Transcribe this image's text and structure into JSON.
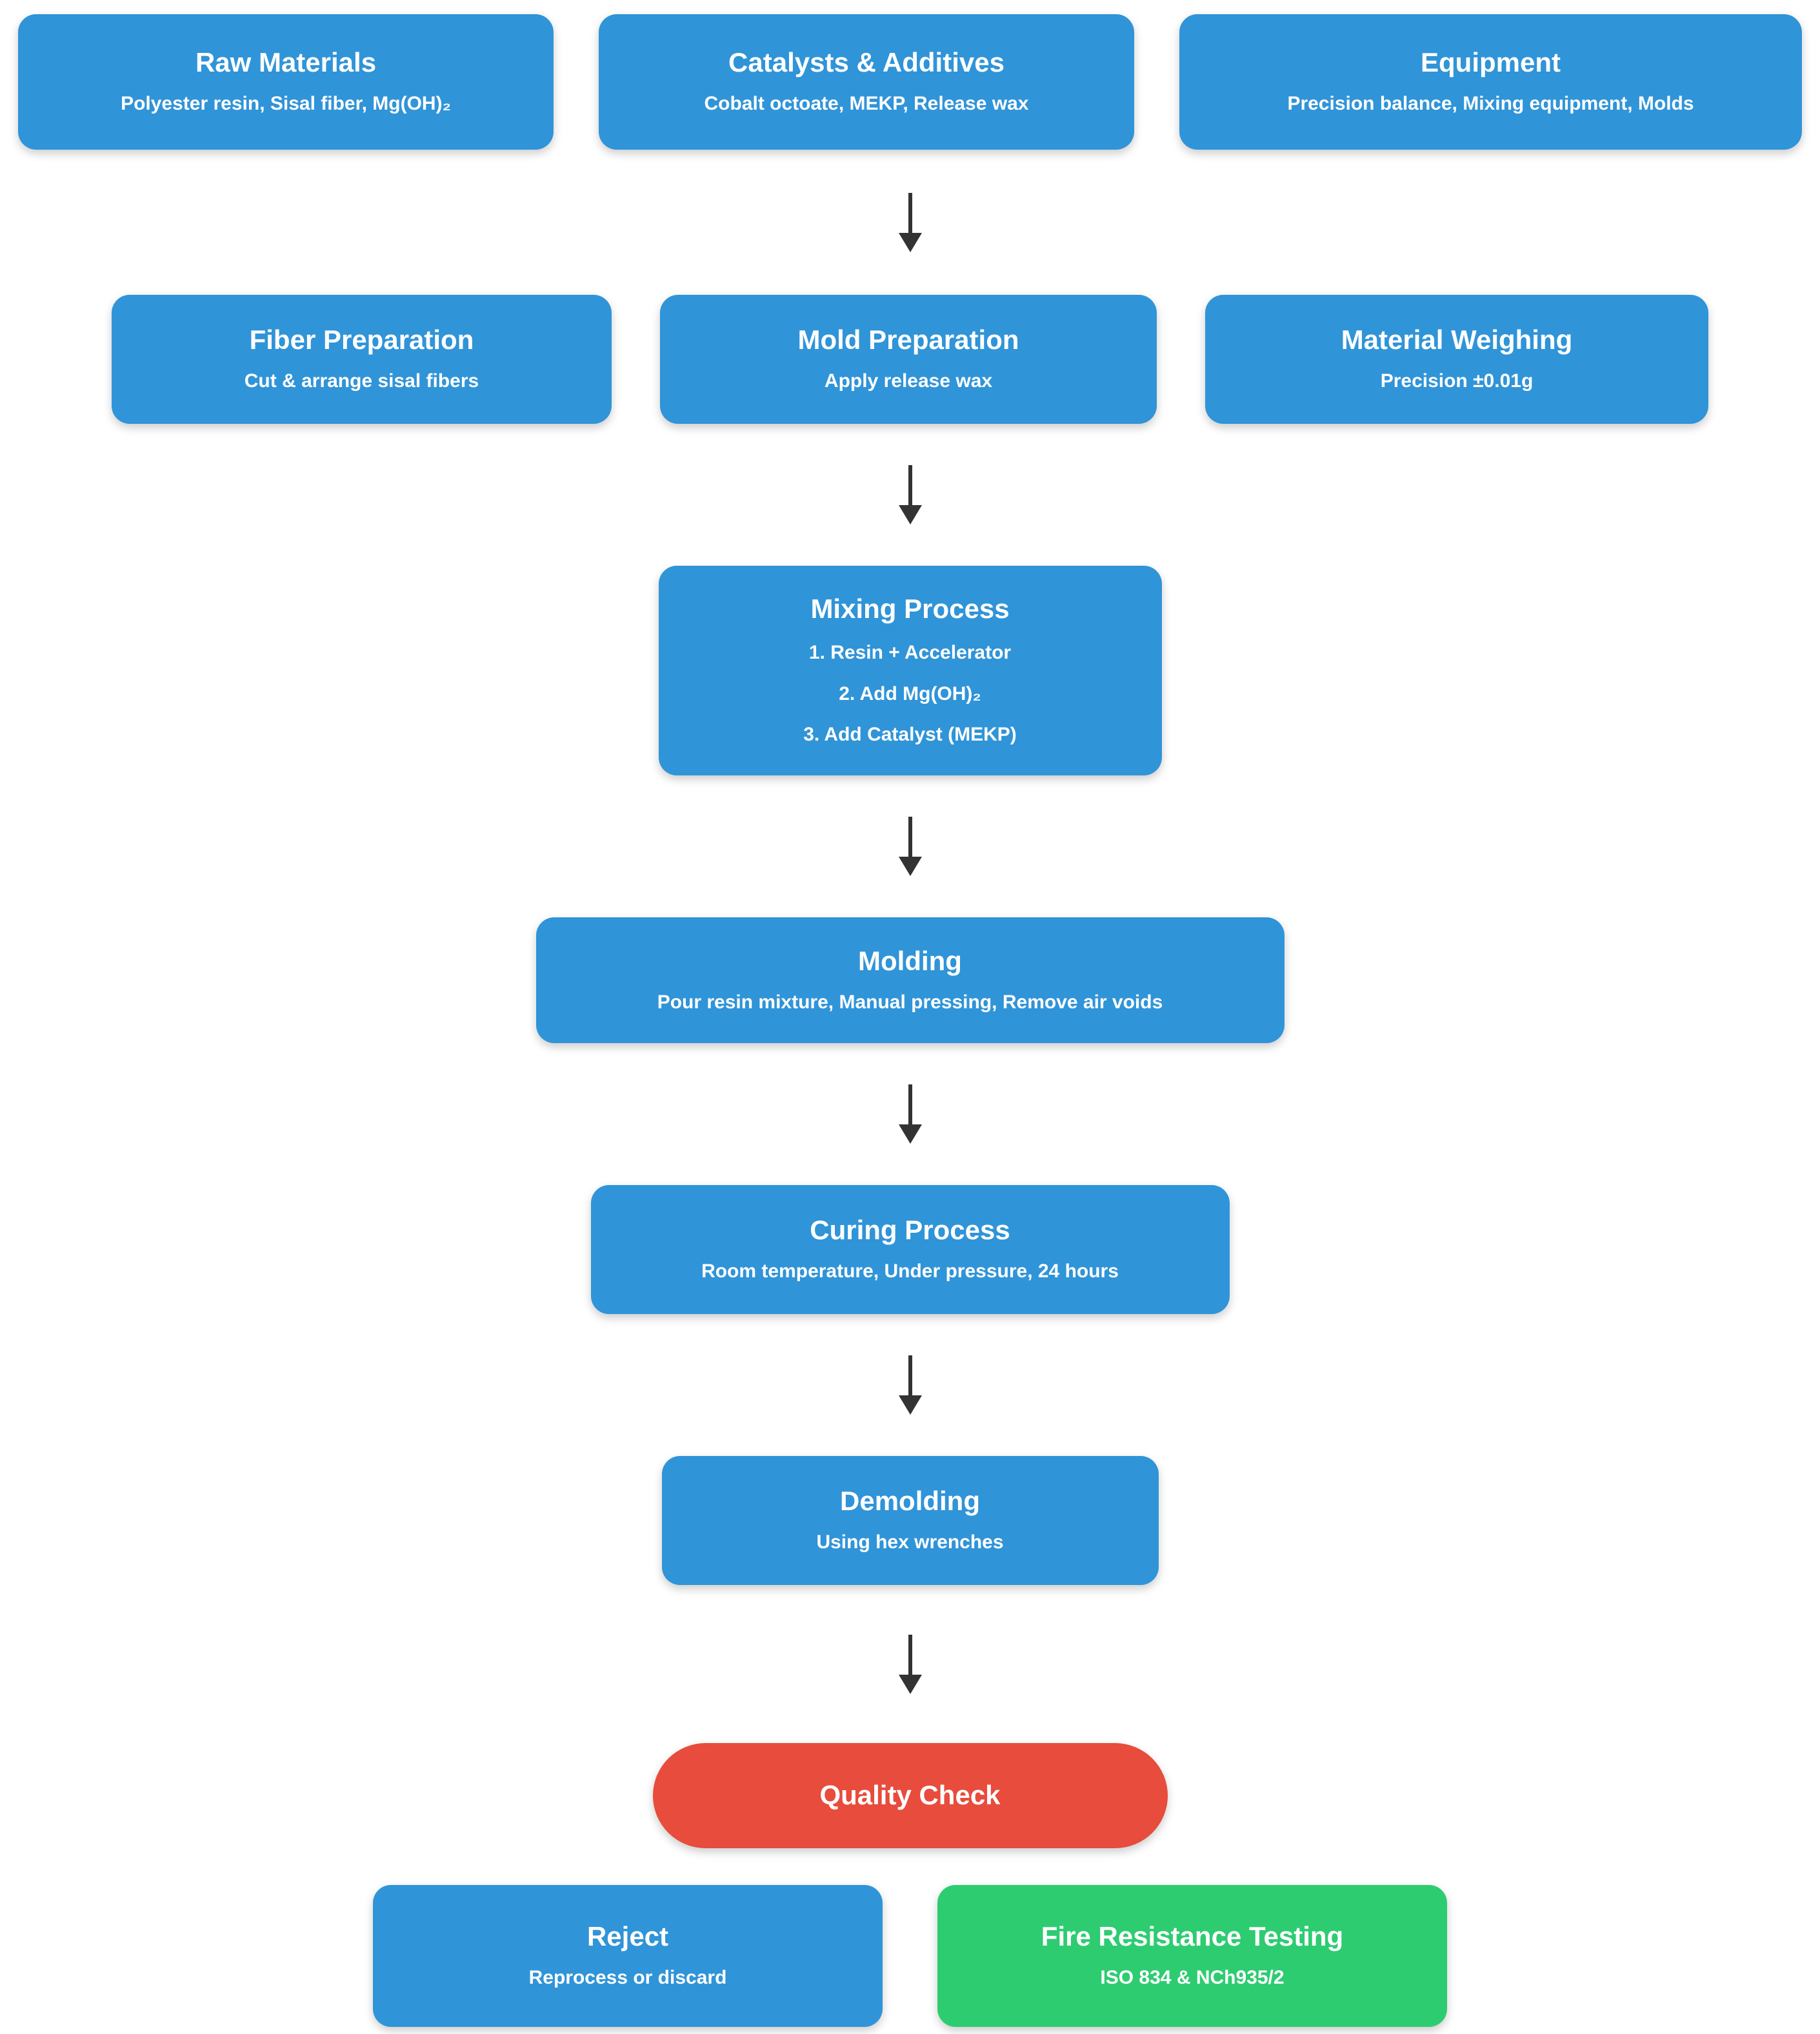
{
  "palette": {
    "node_blue": "#3094d8",
    "node_red": "#e74c3c",
    "node_green": "#2ecc71",
    "arrow": "#333333",
    "text": "#ffffff",
    "background": "#ffffff"
  },
  "nodes": {
    "raw_materials": {
      "title": "Raw Materials",
      "subtitle": "Polyester resin, Sisal fiber, Mg(OH)₂"
    },
    "catalysts_additives": {
      "title": "Catalysts & Additives",
      "subtitle": "Cobalt octoate, MEKP, Release wax"
    },
    "equipment": {
      "title": "Equipment",
      "subtitle": "Precision balance, Mixing equipment, Molds"
    },
    "fiber_preparation": {
      "title": "Fiber Preparation",
      "subtitle": "Cut & arrange sisal fibers"
    },
    "mold_preparation": {
      "title": "Mold Preparation",
      "subtitle": "Apply release wax"
    },
    "material_weighing": {
      "title": "Material Weighing",
      "subtitle": "Precision ±0.01g"
    },
    "mixing_process": {
      "title": "Mixing Process",
      "steps": [
        "1. Resin + Accelerator",
        "2. Add Mg(OH)₂",
        "3. Add Catalyst (MEKP)"
      ]
    },
    "molding": {
      "title": "Molding",
      "subtitle": "Pour resin mixture, Manual pressing, Remove air voids"
    },
    "curing_process": {
      "title": "Curing Process",
      "subtitle": "Room temperature, Under pressure, 24 hours"
    },
    "demolding": {
      "title": "Demolding",
      "subtitle": "Using hex wrenches"
    },
    "quality_check": {
      "title": "Quality Check"
    },
    "reject": {
      "title": "Reject",
      "subtitle": "Reprocess or discard"
    },
    "fire_resistance_testing": {
      "title": "Fire Resistance Testing",
      "subtitle": "ISO 834 & NCh935/2"
    }
  }
}
